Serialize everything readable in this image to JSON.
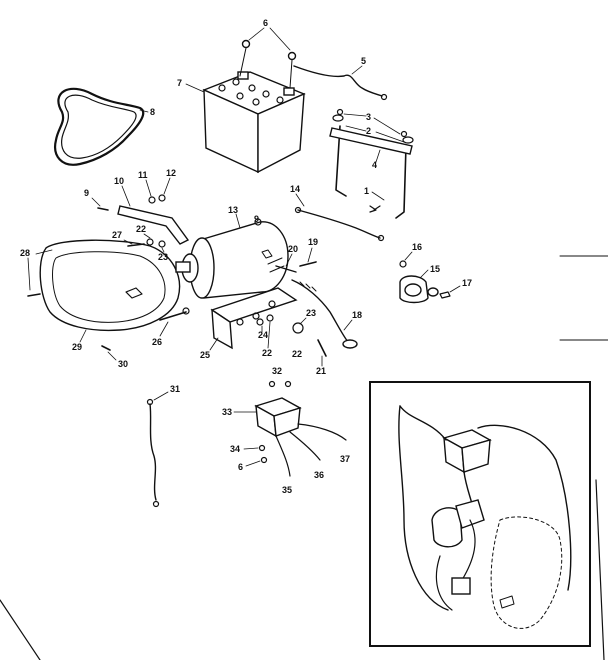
{
  "diagram": {
    "callouts": {
      "p1": "1",
      "p2": "2",
      "p3": "3",
      "p4": "4",
      "p5": "5",
      "p6": "6",
      "p7": "7",
      "p8": "8",
      "p9": "9",
      "p10": "10",
      "p11": "11",
      "p12": "12",
      "p13": "13",
      "p14": "14",
      "p15": "15",
      "p16": "16",
      "p17": "17",
      "p18": "18",
      "p19": "19",
      "p20": "20",
      "p21": "21",
      "p22a": "22",
      "p22b": "22",
      "p22c": "22",
      "p23a": "23",
      "p23b": "23",
      "p24": "24",
      "p25": "25",
      "p26": "26",
      "p27": "27",
      "p28": "28",
      "p29": "29",
      "p30": "30",
      "p31": "31",
      "p32": "32",
      "p33": "33",
      "p34": "34",
      "p35": "35",
      "p36": "36",
      "p37": "37",
      "p6b": "6"
    },
    "icons": {
      "battery": "battery-icon",
      "starter_generator": "starter-generator-icon",
      "belt_guard": "belt-guard-icon",
      "drive_belt": "drive-belt-icon",
      "voltage_regulator": "voltage-regulator-icon",
      "ignition_switch": "ignition-switch-icon",
      "battery_cables": "battery-cable-icon",
      "wiring_inset": "wiring-schematic-icon"
    },
    "colors": {
      "ink": "#111111",
      "paper": "#ffffff"
    }
  }
}
